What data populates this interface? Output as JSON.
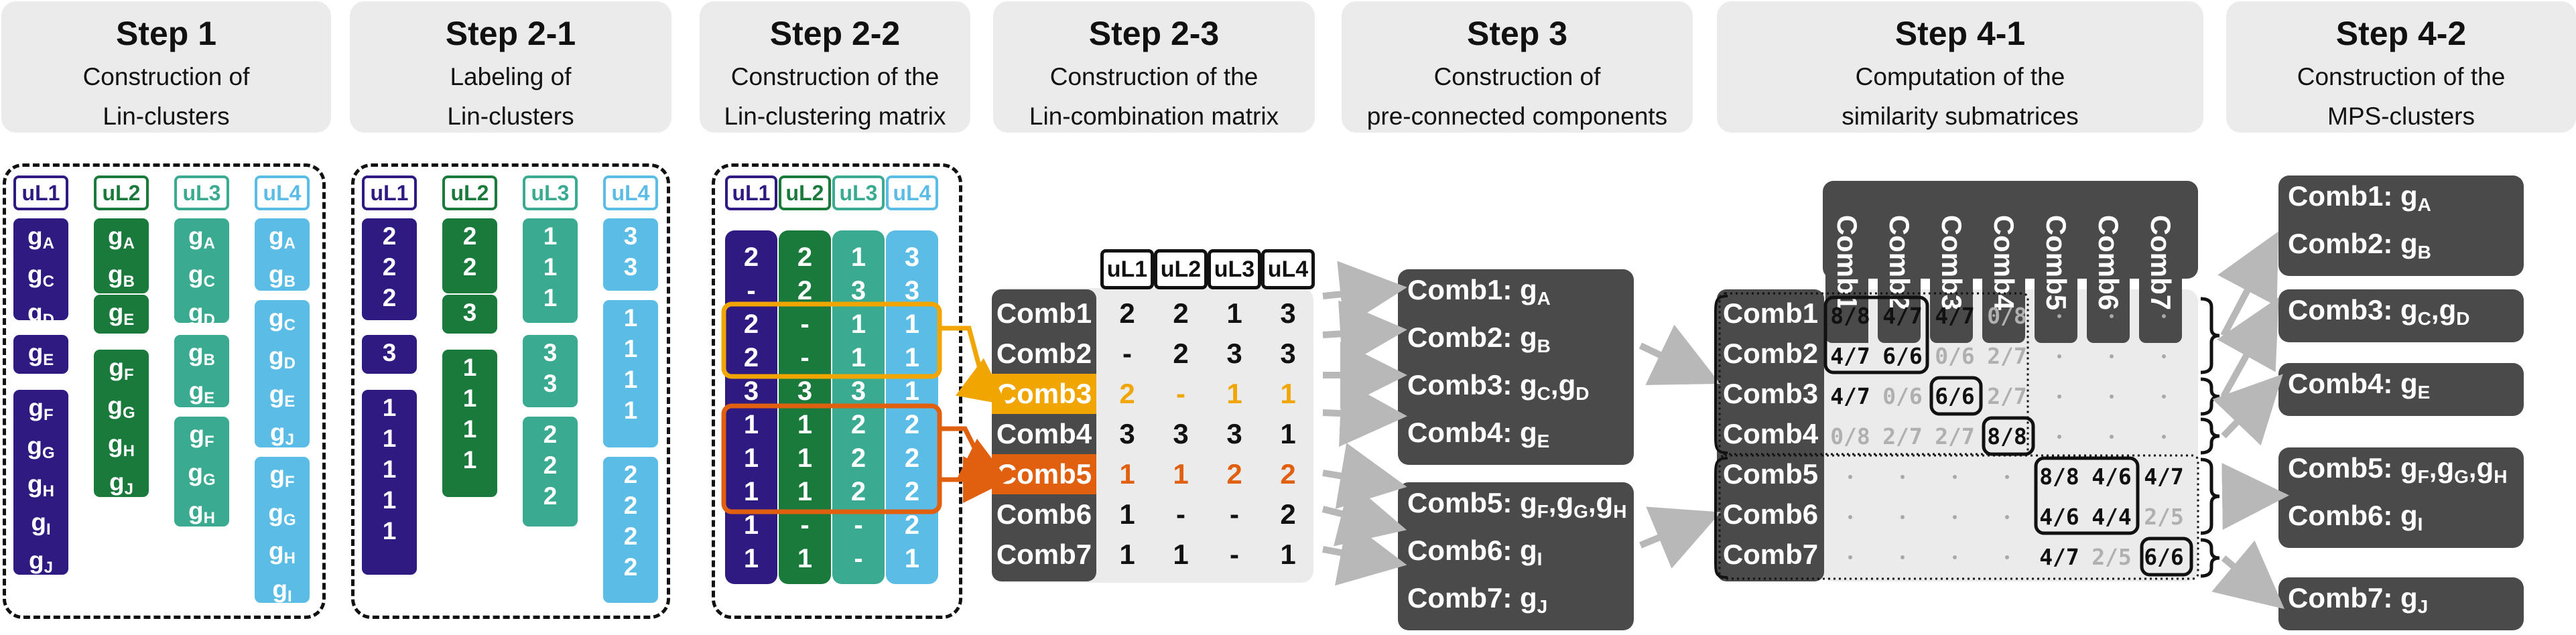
{
  "headers": [
    {
      "title": "Step 1",
      "sub1": "Construction of",
      "sub2": "Lin-clusters"
    },
    {
      "title": "Step 2-1",
      "sub1": "Labeling of",
      "sub2": "Lin-clusters"
    },
    {
      "title": "Step 2-2",
      "sub1": "Construction of the",
      "sub2": "Lin-clustering matrix"
    },
    {
      "title": "Step 2-3",
      "sub1": "Construction of the",
      "sub2": "Lin-combination matrix"
    },
    {
      "title": "Step 3",
      "sub1": "Construction of",
      "sub2": "pre-connected components"
    },
    {
      "title": "Step 4-1",
      "sub1": "Computation of the",
      "sub2": "similarity submatrices"
    },
    {
      "title": "Step 4-2",
      "sub1": "Construction of the",
      "sub2": "MPS-clusters"
    }
  ],
  "lineages": [
    "uL1",
    "uL2",
    "uL3",
    "uL4"
  ],
  "colors": {
    "uL1": "#2e1a80",
    "uL2": "#1a7a3c",
    "uL3": "#3aaa90",
    "uL4": "#5bbde6",
    "highlight_yellow": "#f0a500",
    "highlight_orange": "#e06010",
    "dark": "#4a4a4a",
    "matrix_bg": "#ebebeb"
  },
  "step1": {
    "uL1": [
      [
        [
          "g",
          "A"
        ],
        [
          "g",
          "C"
        ],
        [
          "g",
          "D"
        ]
      ],
      [
        [
          "g",
          "E"
        ]
      ],
      [
        [
          "g",
          "F"
        ],
        [
          "g",
          "G"
        ],
        [
          "g",
          "H"
        ],
        [
          "g",
          "I"
        ],
        [
          "g",
          "J"
        ]
      ]
    ],
    "uL2": [
      [
        [
          "g",
          "A"
        ],
        [
          "g",
          "B"
        ]
      ],
      [
        [
          "g",
          "E"
        ]
      ],
      [
        [
          "g",
          "F"
        ],
        [
          "g",
          "G"
        ],
        [
          "g",
          "H"
        ],
        [
          "g",
          "J"
        ]
      ]
    ],
    "uL3": [
      [
        [
          "g",
          "A"
        ],
        [
          "g",
          "C"
        ],
        [
          "g",
          "D"
        ]
      ],
      [
        [
          "g",
          "B"
        ],
        [
          "g",
          "E"
        ]
      ],
      [
        [
          "g",
          "F"
        ],
        [
          "g",
          "G"
        ],
        [
          "g",
          "H"
        ]
      ]
    ],
    "uL4": [
      [
        [
          "g",
          "A"
        ],
        [
          "g",
          "B"
        ]
      ],
      [
        [
          "g",
          "C"
        ],
        [
          "g",
          "D"
        ],
        [
          "g",
          "E"
        ],
        [
          "g",
          "J"
        ]
      ],
      [
        [
          "g",
          "F"
        ],
        [
          "g",
          "G"
        ],
        [
          "g",
          "H"
        ],
        [
          "g",
          "I"
        ]
      ]
    ]
  },
  "step21": {
    "uL1": [
      [
        "2",
        "2",
        "2"
      ],
      [
        "3"
      ],
      [
        "1",
        "1",
        "1",
        "1",
        "1"
      ]
    ],
    "uL2": [
      [
        "2",
        "2"
      ],
      [
        "3"
      ],
      [
        "1",
        "1",
        "1",
        "1"
      ]
    ],
    "uL3": [
      [
        "1",
        "1",
        "1"
      ],
      [
        "3",
        "3"
      ],
      [
        "2",
        "2",
        "2"
      ]
    ],
    "uL4": [
      [
        "3",
        "3"
      ],
      [
        "1",
        "1",
        "1",
        "1"
      ],
      [
        "2",
        "2",
        "2",
        "2"
      ]
    ]
  },
  "step22": {
    "rows": [
      [
        "2",
        "2",
        "1",
        "3"
      ],
      [
        "-",
        "2",
        "3",
        "3"
      ],
      [
        "2",
        "-",
        "1",
        "1"
      ],
      [
        "2",
        "-",
        "1",
        "1"
      ],
      [
        "3",
        "3",
        "3",
        "1"
      ],
      [
        "1",
        "1",
        "2",
        "2"
      ],
      [
        "1",
        "1",
        "2",
        "2"
      ],
      [
        "1",
        "1",
        "2",
        "2"
      ],
      [
        "1",
        "-",
        "-",
        "2"
      ],
      [
        "1",
        "1",
        "-",
        "1"
      ]
    ]
  },
  "step23": {
    "rows": [
      {
        "label": "Comb1",
        "values": [
          "2",
          "2",
          "1",
          "3"
        ]
      },
      {
        "label": "Comb2",
        "values": [
          "-",
          "2",
          "3",
          "3"
        ]
      },
      {
        "label": "Comb3",
        "values": [
          "2",
          "-",
          "1",
          "1"
        ]
      },
      {
        "label": "Comb4",
        "values": [
          "3",
          "3",
          "3",
          "1"
        ]
      },
      {
        "label": "Comb5",
        "values": [
          "1",
          "1",
          "2",
          "2"
        ]
      },
      {
        "label": "Comb6",
        "values": [
          "1",
          "-",
          "-",
          "2"
        ]
      },
      {
        "label": "Comb7",
        "values": [
          "1",
          "1",
          "-",
          "1"
        ]
      }
    ]
  },
  "step3": {
    "group1": [
      {
        "label": "Comb1:",
        "genes": [
          [
            "g",
            "A"
          ]
        ]
      },
      {
        "label": "Comb2:",
        "genes": [
          [
            "g",
            "B"
          ]
        ]
      },
      {
        "label": "Comb3:",
        "genes": [
          [
            "g",
            "C"
          ],
          [
            "g",
            "D"
          ]
        ]
      },
      {
        "label": "Comb4:",
        "genes": [
          [
            "g",
            "E"
          ]
        ]
      }
    ],
    "group2": [
      {
        "label": "Comb5:",
        "genes": [
          [
            "g",
            "F"
          ],
          [
            "g",
            "G"
          ],
          [
            "g",
            "H"
          ]
        ]
      },
      {
        "label": "Comb6:",
        "genes": [
          [
            "g",
            "I"
          ]
        ]
      },
      {
        "label": "Comb7:",
        "genes": [
          [
            "g",
            "J"
          ]
        ]
      }
    ]
  },
  "step41": {
    "col_labels": [
      "Comb1",
      "Comb2",
      "Comb3",
      "Comb4",
      "Comb5",
      "Comb6",
      "Comb7"
    ],
    "row_labels": [
      "Comb1",
      "Comb2",
      "Comb3",
      "Comb4",
      "Comb5",
      "Comb6",
      "Comb7"
    ],
    "matrix": [
      [
        "8/8",
        "4/7",
        "4/7",
        "0/8",
        "",
        "",
        ""
      ],
      [
        "4/7",
        "6/6",
        "0/6",
        "2/7",
        "",
        "",
        ""
      ],
      [
        "4/7",
        "0/6",
        "6/6",
        "2/7",
        "",
        "",
        ""
      ],
      [
        "0/8",
        "2/7",
        "2/7",
        "8/8",
        "",
        "",
        ""
      ],
      [
        "",
        "",
        "",
        "",
        "8/8",
        "4/6",
        "4/7"
      ],
      [
        "",
        "",
        "",
        "",
        "4/6",
        "4/4",
        "2/5"
      ],
      [
        "",
        "",
        "",
        "",
        "4/7",
        "2/5",
        "6/6"
      ]
    ]
  },
  "step42": [
    {
      "lines": [
        {
          "label": "Comb1:",
          "genes": [
            [
              "g",
              "A"
            ]
          ]
        },
        {
          "label": "Comb2:",
          "genes": [
            [
              "g",
              "B"
            ]
          ]
        }
      ]
    },
    {
      "lines": [
        {
          "label": "Comb3:",
          "genes": [
            [
              "g",
              "C"
            ],
            [
              "g",
              "D"
            ]
          ]
        }
      ]
    },
    {
      "lines": [
        {
          "label": "Comb4:",
          "genes": [
            [
              "g",
              "E"
            ]
          ]
        }
      ]
    },
    {
      "lines": [
        {
          "label": "Comb5:",
          "genes": [
            [
              "g",
              "F"
            ],
            [
              "g",
              "G"
            ],
            [
              "g",
              "H"
            ]
          ]
        },
        {
          "label": "Comb6:",
          "genes": [
            [
              "g",
              "I"
            ]
          ]
        }
      ]
    },
    {
      "lines": [
        {
          "label": "Comb7:",
          "genes": [
            [
              "g",
              "J"
            ]
          ]
        }
      ]
    }
  ]
}
